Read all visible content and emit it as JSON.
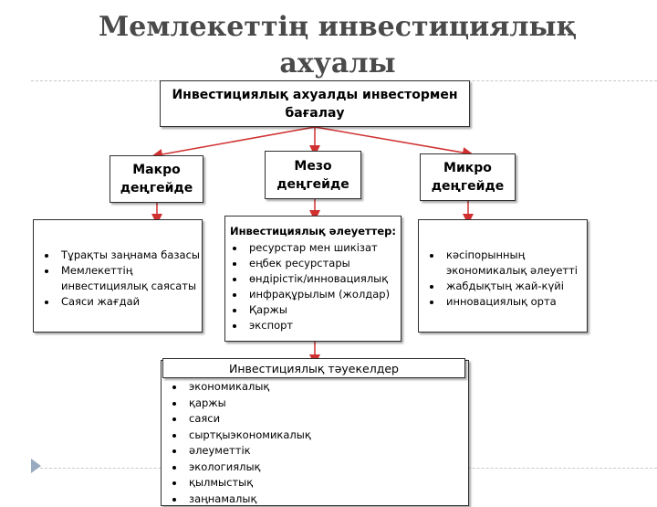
{
  "title": "Мемлекеттің инвестициялық ахуалы",
  "root": "Инвестициялық ахуалды инвестормен бағалау",
  "levels": [
    {
      "label": "Макро деңгейде",
      "items": [
        "Тұрақты заңнама базасы",
        "Мемлекеттің инвестициялық саясаты",
        "Саяси жағдай"
      ]
    },
    {
      "label": "Мезо деңгейде",
      "heading": "Инвестициялық әлеуеттер:",
      "items": [
        "ресурстар мен шикізат",
        "еңбек ресурстары",
        "өндірістік/инновациялық",
        "инфрақұрылым (жолдар)",
        "Қаржы",
        "экспорт"
      ]
    },
    {
      "label": "Микро деңгейде",
      "items": [
        "кәсіпорынның экономикалық әлеуетті",
        "жабдықтың жай-күйі",
        "инновациялық орта"
      ]
    }
  ],
  "risks": {
    "title": "Инвестициялық тәуекелдер",
    "items": [
      "экономикалық",
      "қаржы",
      "саяси",
      "сыртқыэкономикалық",
      "әлеуметтік",
      "экологиялық",
      "қылмыстық",
      "заңнамалық"
    ]
  },
  "colors": {
    "title": "#4a4a4a",
    "connector": "#d03030",
    "border": "#2f2f2f",
    "slide_marker": "#98aac0"
  },
  "icons": {
    "slide_marker": "triangle-right-icon"
  }
}
